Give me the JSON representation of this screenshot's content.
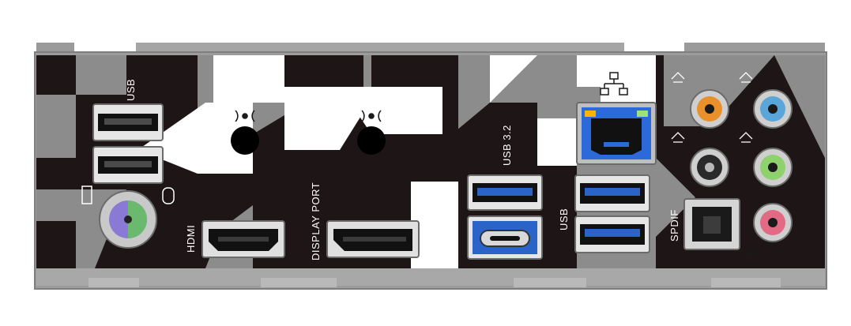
{
  "io_shield": {
    "labels": {
      "usb_left": "USB",
      "usb32": "USB 3.2",
      "usb_right": "USB",
      "hdmi": "HDMI",
      "displayport": "DISPLAY PORT",
      "spdif": "SPDIF"
    },
    "colors": {
      "shield_gray": "#8c8c8c",
      "camo_dark": "#1d1516",
      "camo_white": "#ffffff",
      "usb3_blue": "#2b64c8",
      "lan_blue": "#2b6ad8",
      "audio_orange": "#e9902a",
      "audio_blue": "#5aa5d9",
      "audio_black": "#2a2a2a",
      "audio_green": "#8fd16c",
      "audio_pink": "#e26a85",
      "ps2_green": "#6bb86f",
      "ps2_purple": "#8a7ad6"
    }
  }
}
